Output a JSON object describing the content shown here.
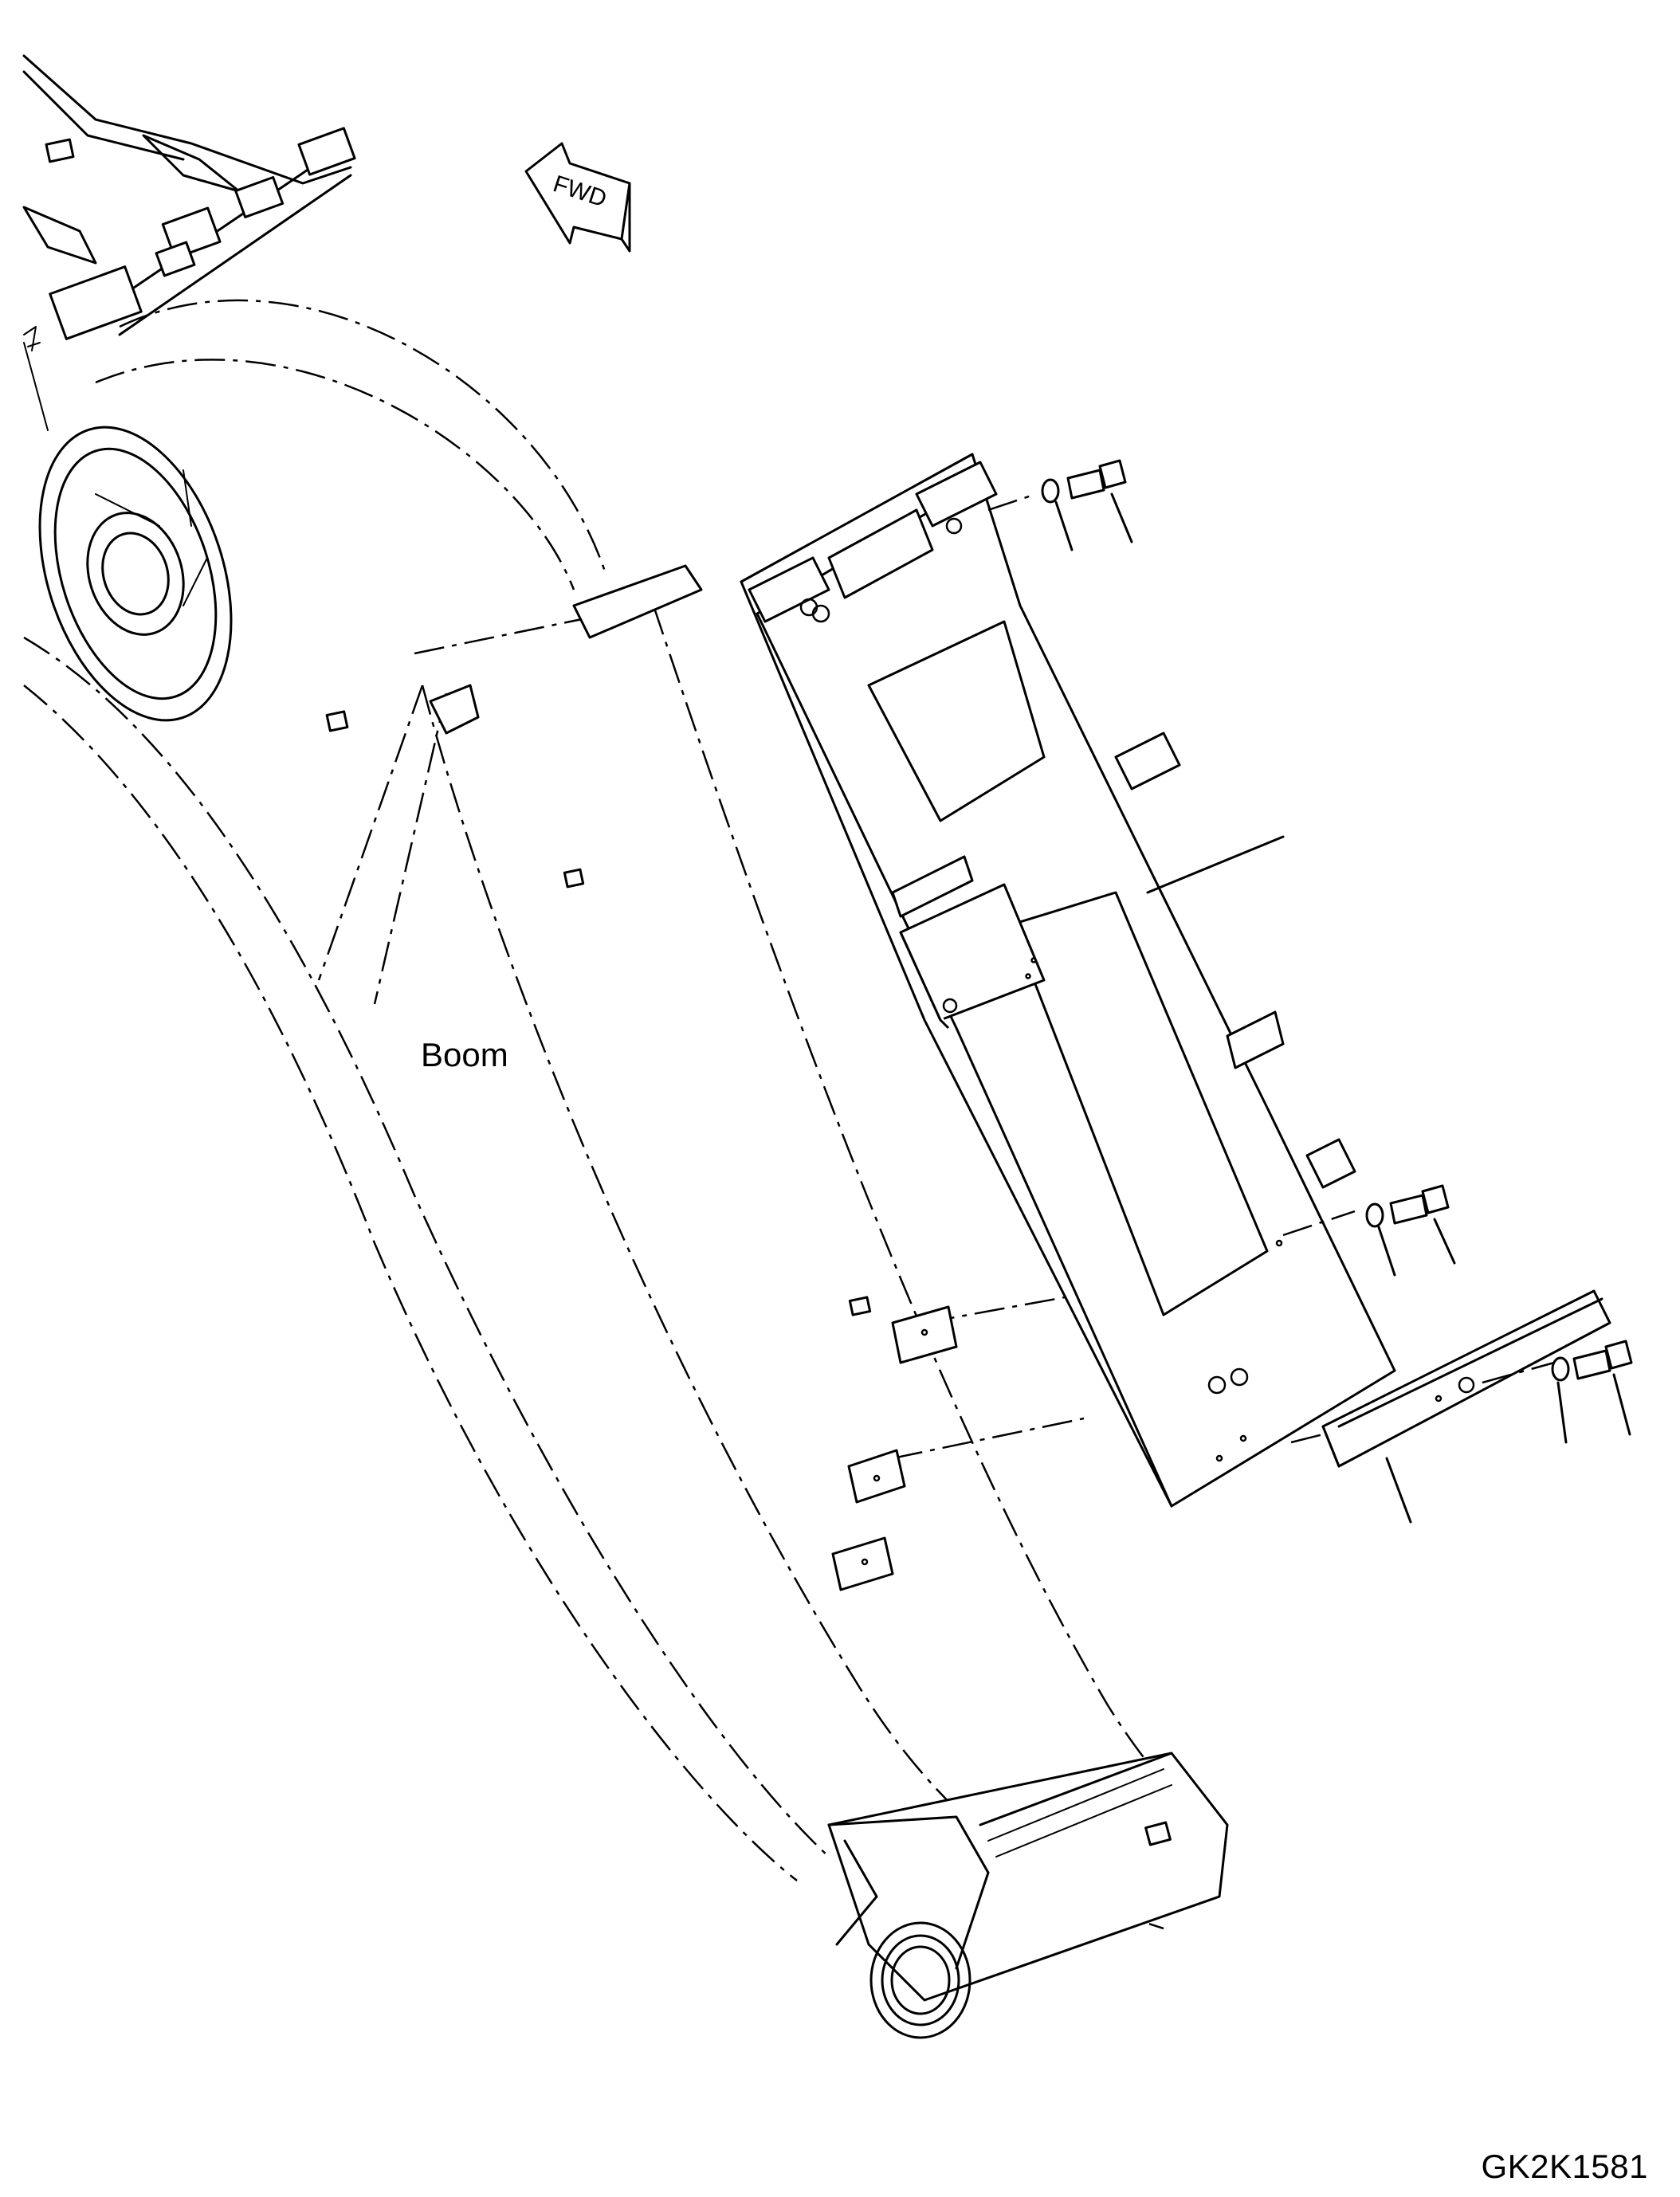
{
  "labels": {
    "boom": "Boom",
    "forward_arrow": "FWD"
  },
  "drawing_id": "GK2K1581",
  "icons": [
    "fwd-arrow-icon"
  ],
  "colors": {
    "line": "#000000",
    "background": "#ffffff"
  }
}
